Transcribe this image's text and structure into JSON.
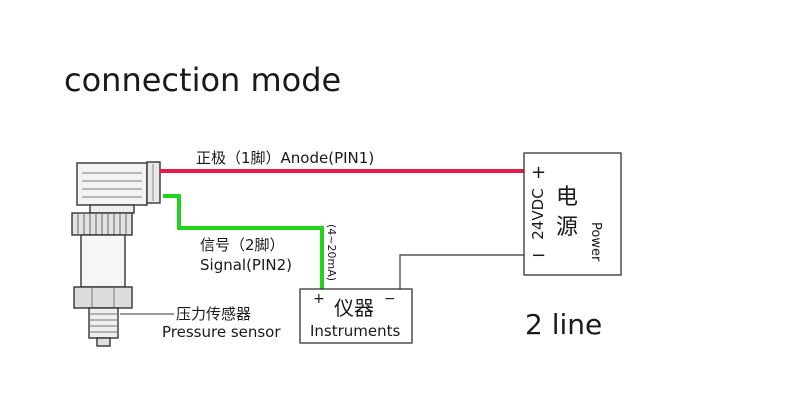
{
  "title": "connection mode",
  "wire_labels": {
    "anode": "正极（1脚）Anode(PIN1)",
    "signal_cn": "信号（2脚）",
    "signal_en": "Signal(PIN2)",
    "current_range": "(4~20mA)"
  },
  "sensor": {
    "label_cn": "压力传感器",
    "label_en": "Pressure sensor"
  },
  "instrument": {
    "label_cn": "仪器",
    "label_en": "Instruments",
    "plus": "+",
    "minus": "−"
  },
  "power": {
    "label_cn_1": "电",
    "label_cn_2": "源",
    "voltage": "24VDC",
    "label_en": "Power",
    "plus": "+",
    "minus": "−"
  },
  "mode": "2 line",
  "colors": {
    "anode_wire": "#e8194b",
    "signal_wire": "#22d41e",
    "ground_wire": "#555555"
  }
}
